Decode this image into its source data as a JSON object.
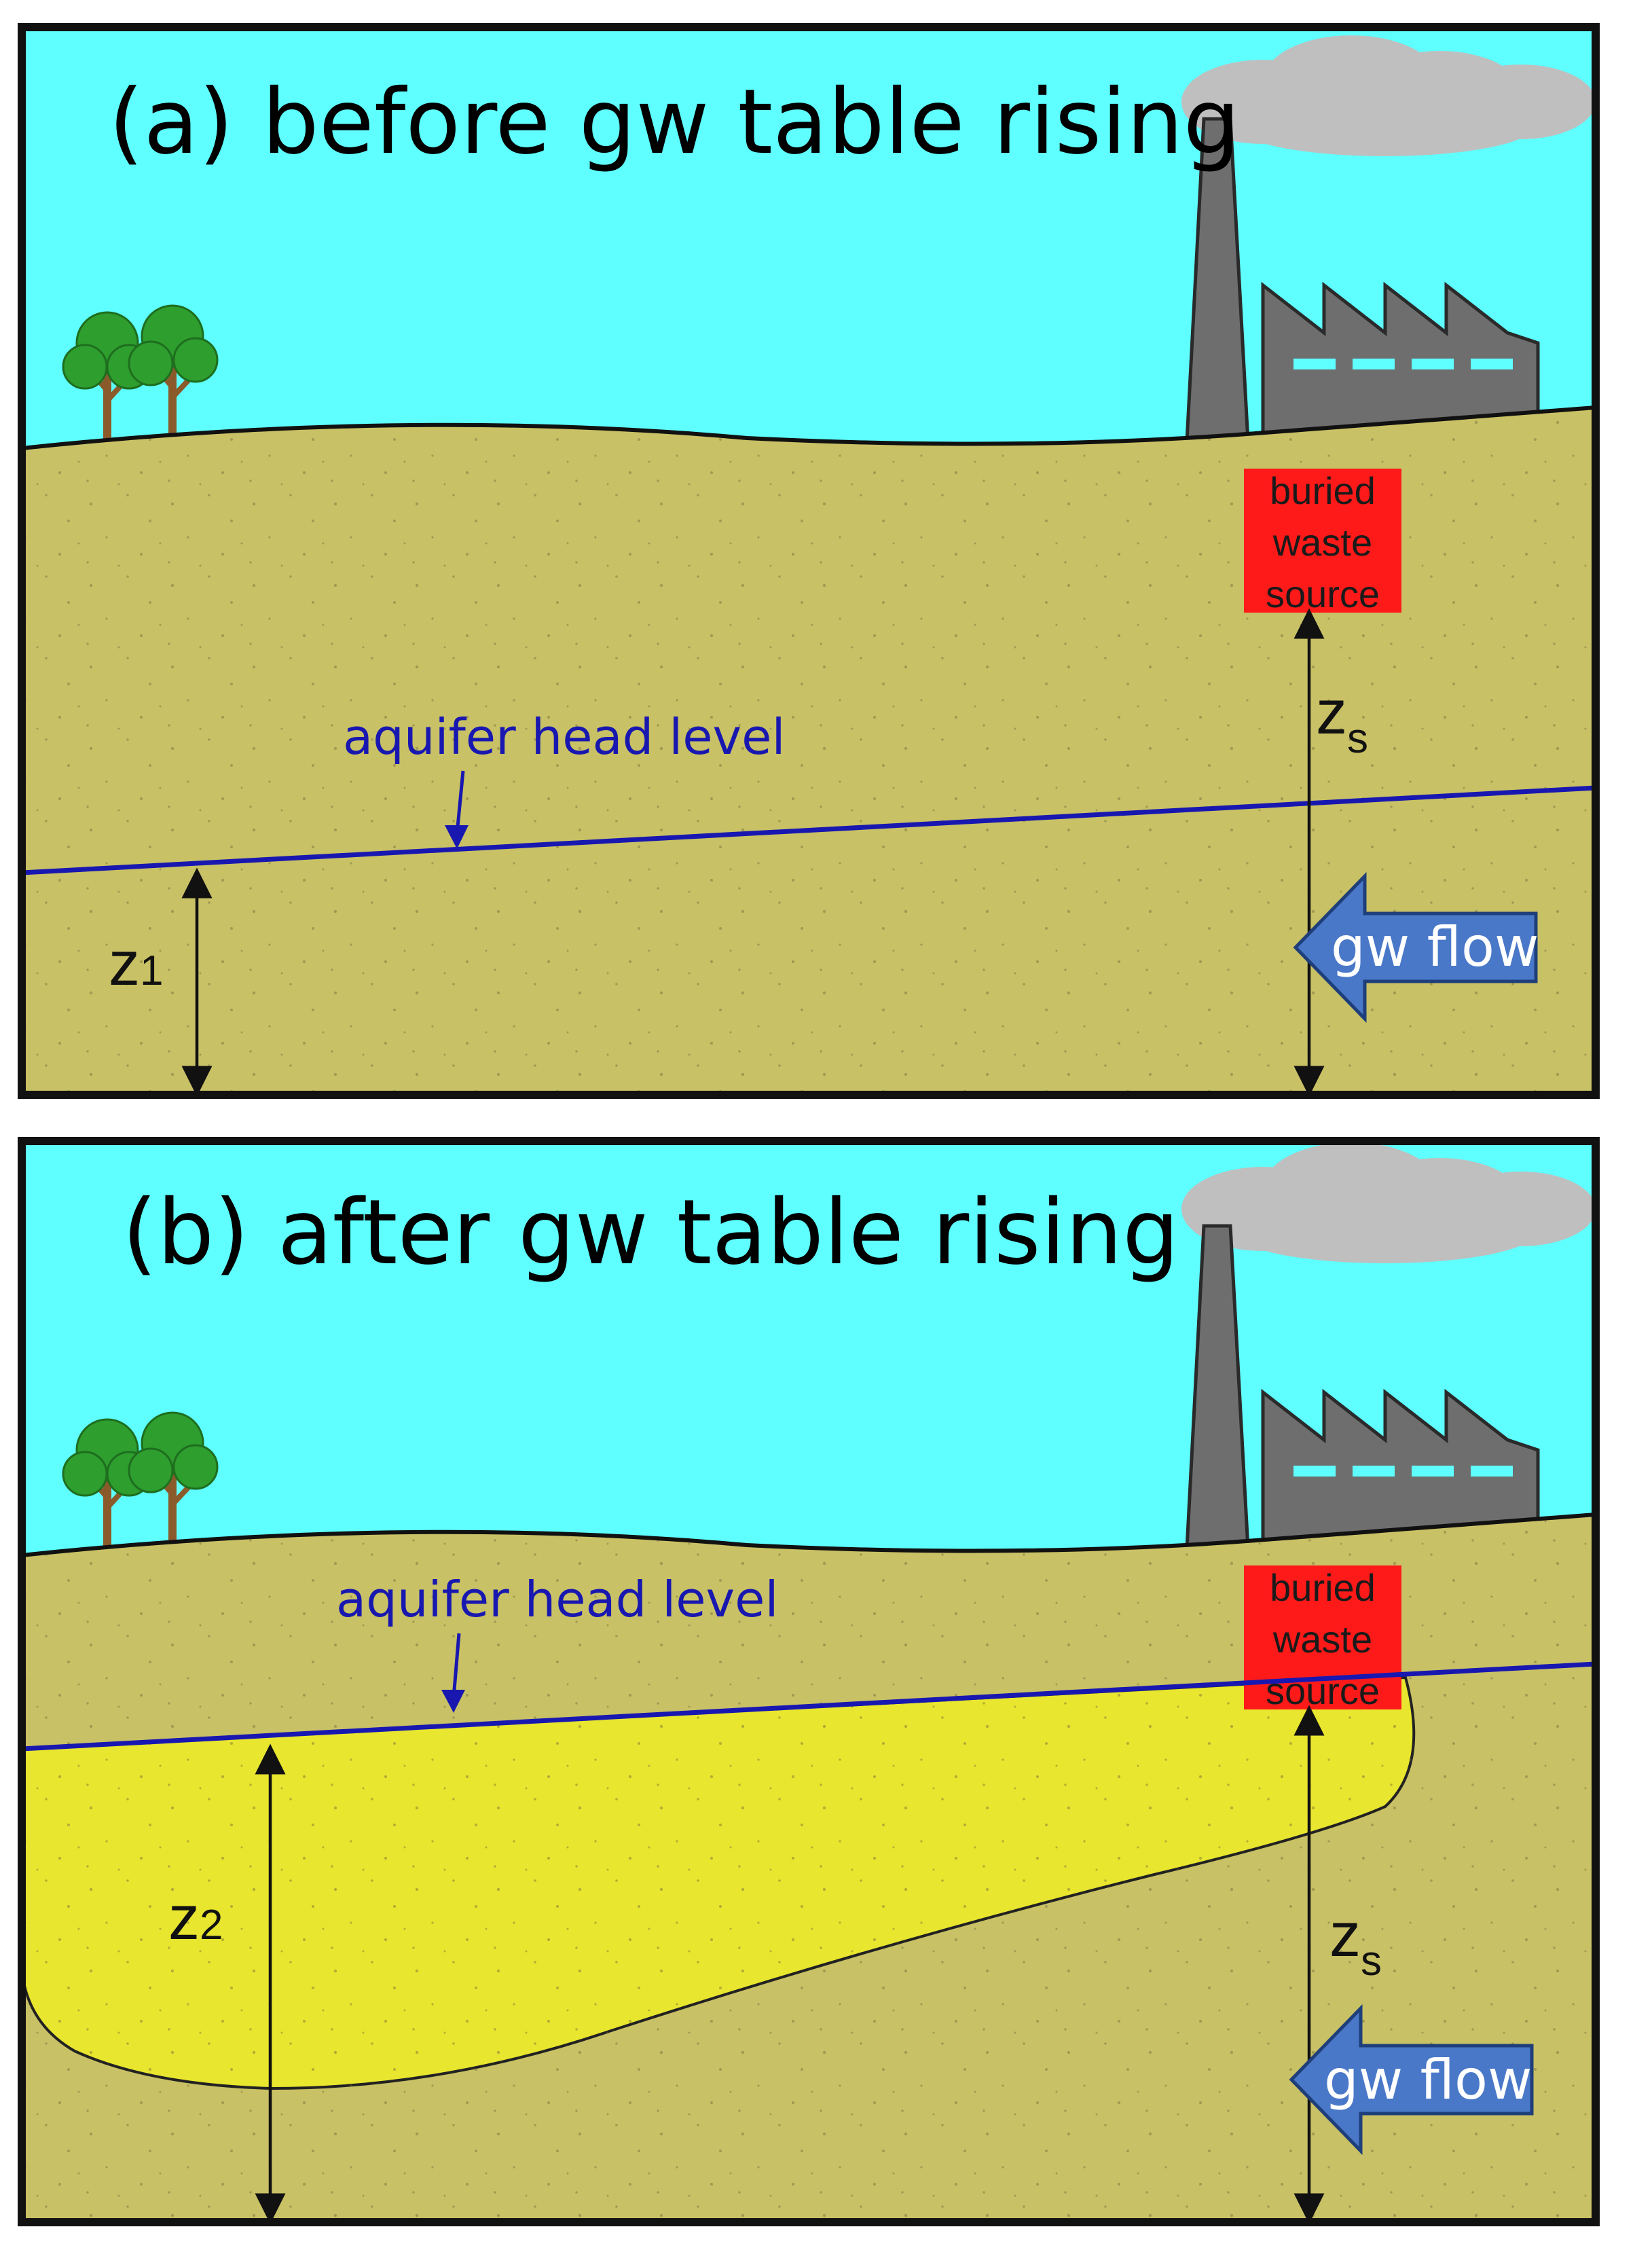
{
  "panel_a": {
    "title": "(a) before gw table rising",
    "aquifer_label": "aquifer head level",
    "waste_lines": [
      "buried",
      "waste",
      "source"
    ],
    "z1_letter": "z",
    "z1_sub": "1",
    "zs_letter": "z",
    "zs_sub": "s",
    "flow_label": "gw flow"
  },
  "panel_b": {
    "title": "(b) after gw table rising",
    "aquifer_label": "aquifer head level",
    "waste_lines": [
      "buried",
      "waste",
      "source"
    ],
    "z2_letter": "z",
    "z2_sub": "2",
    "zs_letter": "z",
    "zs_sub": "s",
    "flow_label": "gw flow"
  },
  "colors": {
    "sky": "#5FFFFF",
    "soil": "#C9C165",
    "plume": "#E8E62E",
    "head_line": "#1818B0",
    "waste": "#FF1A1A",
    "flow_arrow": "#4A78C8",
    "factory": "#6E6E6E",
    "smoke": "#BFBFBF",
    "tree_leaves": "#2E9E2E",
    "tree_trunk": "#8B5A2B"
  }
}
